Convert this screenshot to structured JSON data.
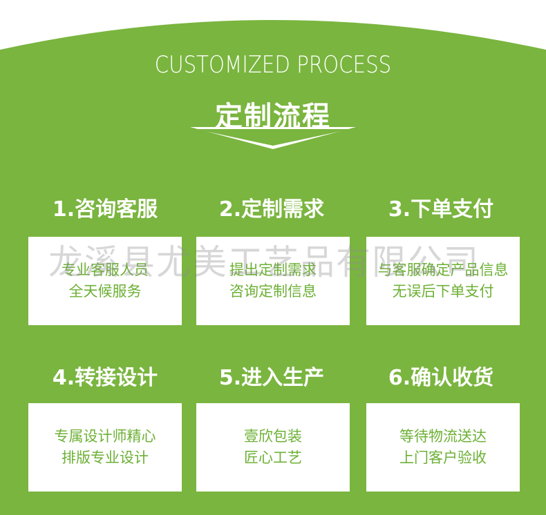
{
  "colors": {
    "green": "#7ab53f",
    "text_green": "#6cb034",
    "white": "#ffffff"
  },
  "header": {
    "en_title": "CUSTOMIZED PROCESS",
    "cn_title": "定制流程"
  },
  "watermark": "龙溪县尤美工艺品有限公司",
  "steps": [
    {
      "title": "1.咨询客服",
      "lines": [
        "专业客服人员",
        "全天候服务"
      ]
    },
    {
      "title": "2.定制需求",
      "lines": [
        "提出定制需求",
        "咨询定制信息"
      ]
    },
    {
      "title": "3.下单支付",
      "lines": [
        "与客服确定产品信息",
        "无误后下单支付"
      ]
    },
    {
      "title": "4.转接设计",
      "lines": [
        "专属设计师精心",
        "排版专业设计"
      ]
    },
    {
      "title": "5.进入生产",
      "lines": [
        "壹欣包装",
        "匠心工艺"
      ]
    },
    {
      "title": "6.确认收货",
      "lines": [
        "等待物流送达",
        "上门客户验收"
      ]
    }
  ]
}
